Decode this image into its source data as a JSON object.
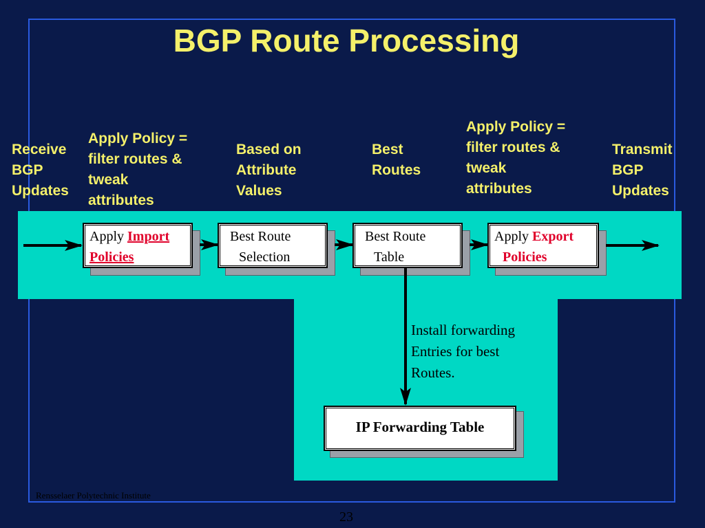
{
  "slide": {
    "title": "BGP Route Processing",
    "page_number": "23",
    "footer": "Rensselaer Polytechnic Institute"
  },
  "captions": {
    "receive": [
      "Receive",
      "BGP",
      "Updates"
    ],
    "apply_import": [
      "Apply Policy =",
      "filter routes &",
      "tweak",
      "attributes"
    ],
    "based_on": [
      "Based on",
      "Attribute",
      "Values"
    ],
    "best_routes": [
      "Best",
      "Routes"
    ],
    "apply_export": [
      "Apply Policy =",
      "filter routes &",
      "tweak",
      "attributes"
    ],
    "transmit": [
      "Transmit",
      "BGP",
      "Updates"
    ]
  },
  "boxes": {
    "import": {
      "prefix": "Apply ",
      "highlight1": "Import",
      "highlight2": " Policies"
    },
    "selection": {
      "line1": "Best Route",
      "line2": "Selection"
    },
    "table": {
      "line1": "Best Route",
      "line2": "Table"
    },
    "export": {
      "prefix": "Apply ",
      "highlight1": "Export",
      "highlight2": "Policies"
    },
    "ip_forwarding": "IP Forwarding Table"
  },
  "install_note": [
    "Install forwarding",
    "Entries for best",
    "Routes."
  ],
  "colors": {
    "background": "#0a1a4a",
    "title": "#f4f06a",
    "band": "#00d8c4",
    "highlight": "#e0002a",
    "frame": "#2a5ae0"
  }
}
